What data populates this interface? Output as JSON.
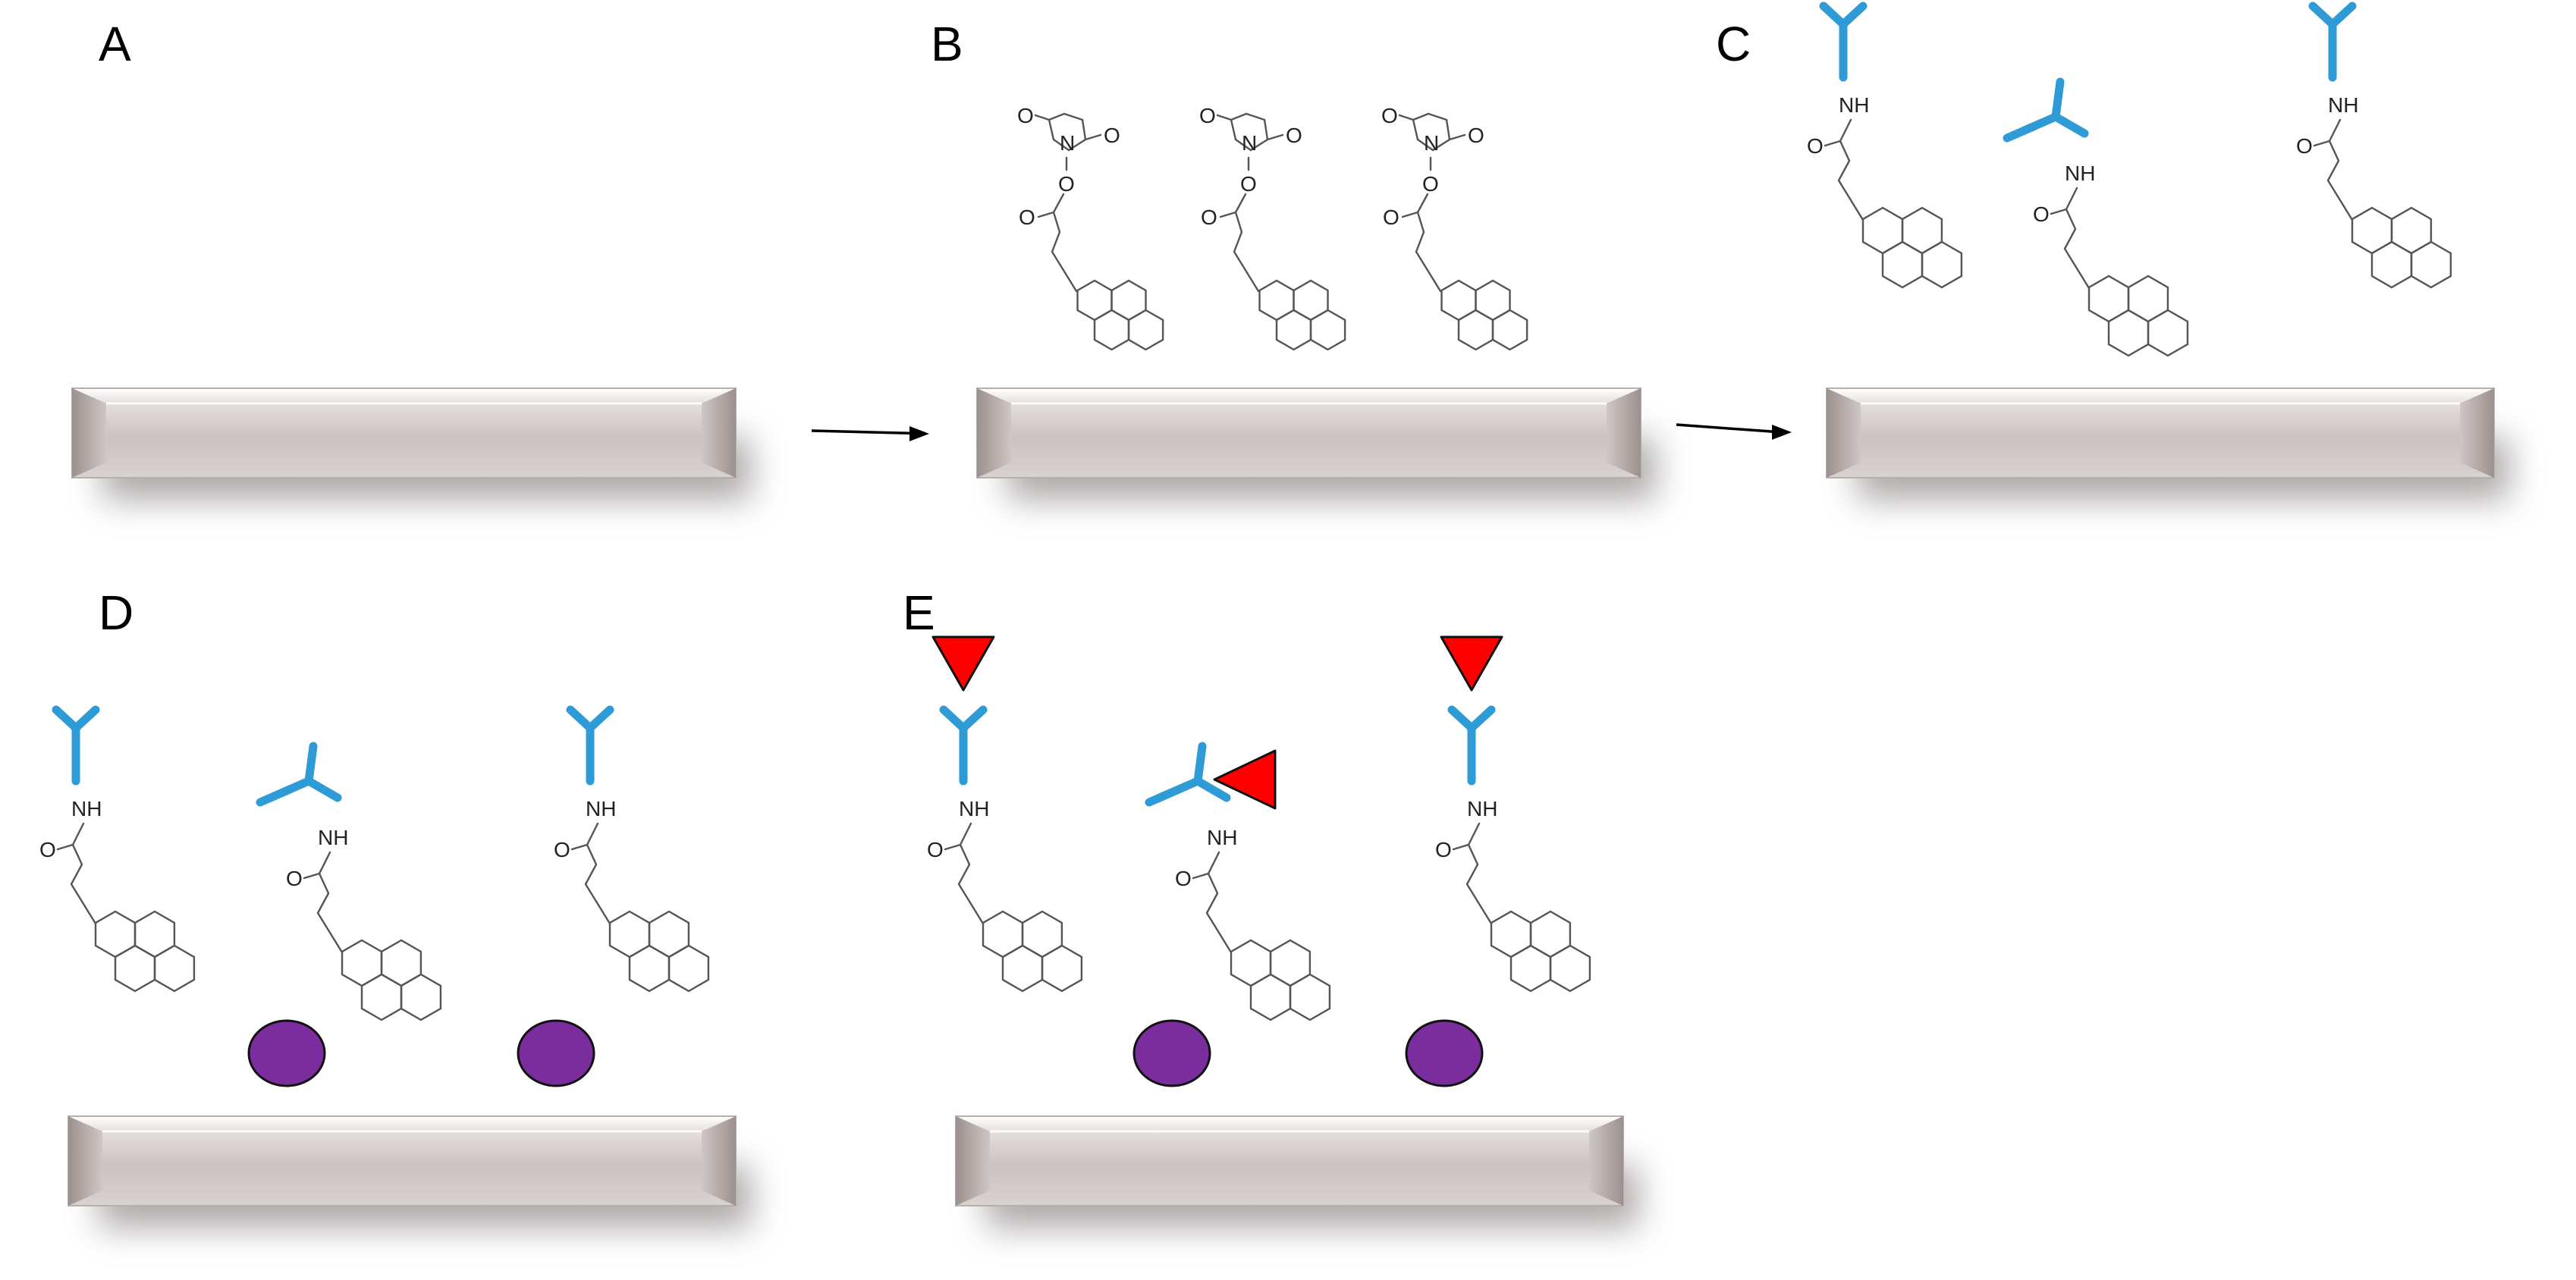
{
  "panels": [
    {
      "label": "A",
      "molecules": []
    },
    {
      "label": "B",
      "molecules": [
        {
          "type": "pyrene-nhs-ester",
          "atoms": {
            "n": "N",
            "o_top_left": "O",
            "o_top_right": "O",
            "o_ester": "O",
            "o_carbonyl": "O"
          }
        },
        {
          "type": "pyrene-nhs-ester",
          "atoms": {
            "n": "N",
            "o_top_left": "O",
            "o_top_right": "O",
            "o_ester": "O",
            "o_carbonyl": "O"
          }
        },
        {
          "type": "pyrene-nhs-ester",
          "atoms": {
            "n": "N",
            "o_top_left": "O",
            "o_top_right": "O",
            "o_ester": "O",
            "o_carbonyl": "O"
          }
        }
      ]
    },
    {
      "label": "C",
      "molecules": [
        {
          "type": "pyrene-antibody",
          "antibody": "upright",
          "atoms": {
            "nh": "NH",
            "o": "O"
          }
        },
        {
          "type": "pyrene-antibody",
          "antibody": "tilted",
          "atoms": {
            "nh": "NH",
            "o": "O"
          }
        },
        {
          "type": "pyrene-antibody",
          "antibody": "upright",
          "atoms": {
            "nh": "NH",
            "o": "O"
          }
        }
      ]
    },
    {
      "label": "D",
      "molecules": [
        {
          "type": "pyrene-antibody",
          "antibody": "upright",
          "atoms": {
            "nh": "NH",
            "o": "O"
          }
        },
        {
          "type": "pyrene-antibody",
          "antibody": "tilted",
          "atoms": {
            "nh": "NH",
            "o": "O"
          }
        },
        {
          "type": "pyrene-antibody",
          "antibody": "upright",
          "atoms": {
            "nh": "NH",
            "o": "O"
          }
        }
      ],
      "blockers": 2
    },
    {
      "label": "E",
      "molecules": [
        {
          "type": "pyrene-antibody",
          "antibody": "upright",
          "antigen": true,
          "atoms": {
            "nh": "NH",
            "o": "O"
          }
        },
        {
          "type": "pyrene-antibody",
          "antibody": "tilted",
          "antigen": true,
          "atoms": {
            "nh": "NH",
            "o": "O"
          }
        },
        {
          "type": "pyrene-antibody",
          "antibody": "upright",
          "antigen": true,
          "atoms": {
            "nh": "NH",
            "o": "O"
          }
        }
      ],
      "blockers": 2
    }
  ],
  "colors": {
    "antibody": "#2e9bd6",
    "blocker": "#7b2d9e",
    "antigen": "#ff0000",
    "substrate_face": "#cfc8c6",
    "substrate_edge": "#ffffff"
  },
  "arrows": 2
}
